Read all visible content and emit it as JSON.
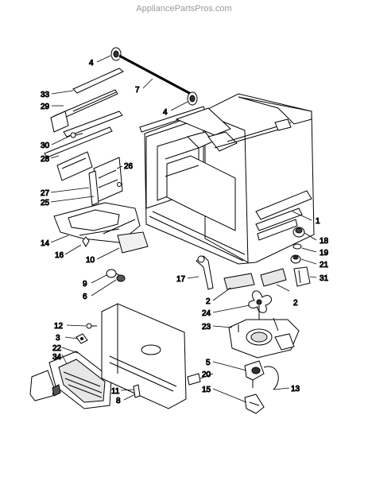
{
  "watermark": "AppliancePartsPros.com",
  "callouts": [
    {
      "id": "c4a",
      "text": "4"
    },
    {
      "id": "c7",
      "text": "7"
    },
    {
      "id": "c4b",
      "text": "4"
    },
    {
      "id": "c33",
      "text": "33"
    },
    {
      "id": "c29",
      "text": "29"
    },
    {
      "id": "c30",
      "text": "30"
    },
    {
      "id": "c26",
      "text": "26"
    },
    {
      "id": "c28",
      "text": "28"
    },
    {
      "id": "c27",
      "text": "27"
    },
    {
      "id": "c25",
      "text": "25"
    },
    {
      "id": "c14",
      "text": "14"
    },
    {
      "id": "c16",
      "text": "16"
    },
    {
      "id": "c10",
      "text": "10"
    },
    {
      "id": "c9",
      "text": "9"
    },
    {
      "id": "c6",
      "text": "6"
    },
    {
      "id": "c17",
      "text": "17"
    },
    {
      "id": "c1",
      "text": "1"
    },
    {
      "id": "c18",
      "text": "18"
    },
    {
      "id": "c19",
      "text": "19"
    },
    {
      "id": "c21",
      "text": "21"
    },
    {
      "id": "c31",
      "text": "31"
    },
    {
      "id": "c2a",
      "text": "2"
    },
    {
      "id": "c24",
      "text": "24"
    },
    {
      "id": "c2b",
      "text": "2"
    },
    {
      "id": "c23",
      "text": "23"
    },
    {
      "id": "c12",
      "text": "12"
    },
    {
      "id": "c3",
      "text": "3"
    },
    {
      "id": "c22",
      "text": "22"
    },
    {
      "id": "c34",
      "text": "34"
    },
    {
      "id": "c5",
      "text": "5"
    },
    {
      "id": "c20",
      "text": "20"
    },
    {
      "id": "c15",
      "text": "15"
    },
    {
      "id": "c13",
      "text": "13"
    },
    {
      "id": "c11",
      "text": "11"
    },
    {
      "id": "c8",
      "text": "8"
    }
  ]
}
